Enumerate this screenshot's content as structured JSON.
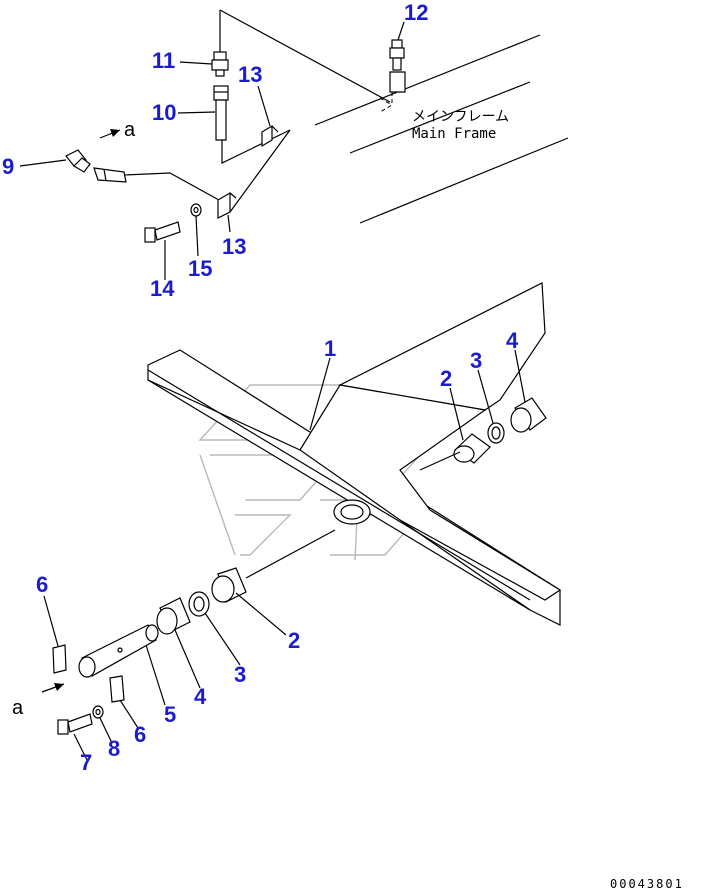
{
  "callouts": {
    "c1": "1",
    "c2a": "2",
    "c2b": "2",
    "c3a": "3",
    "c3b": "3",
    "c4a": "4",
    "c4b": "4",
    "c5": "5",
    "c6a": "6",
    "c6b": "6",
    "c7": "7",
    "c8": "8",
    "c9": "9",
    "c10": "10",
    "c11": "11",
    "c12": "12",
    "c13a": "13",
    "c13b": "13",
    "c14": "14",
    "c15": "15"
  },
  "arrow_labels": {
    "a_top": "a",
    "a_bottom": "a"
  },
  "frame_label": {
    "jp": "メインフレーム",
    "en": "Main Frame"
  },
  "doc_number": "00043801",
  "colors": {
    "callout": "#1c1ccf",
    "linework": "#000000",
    "watermark": "#b9b9b9"
  }
}
